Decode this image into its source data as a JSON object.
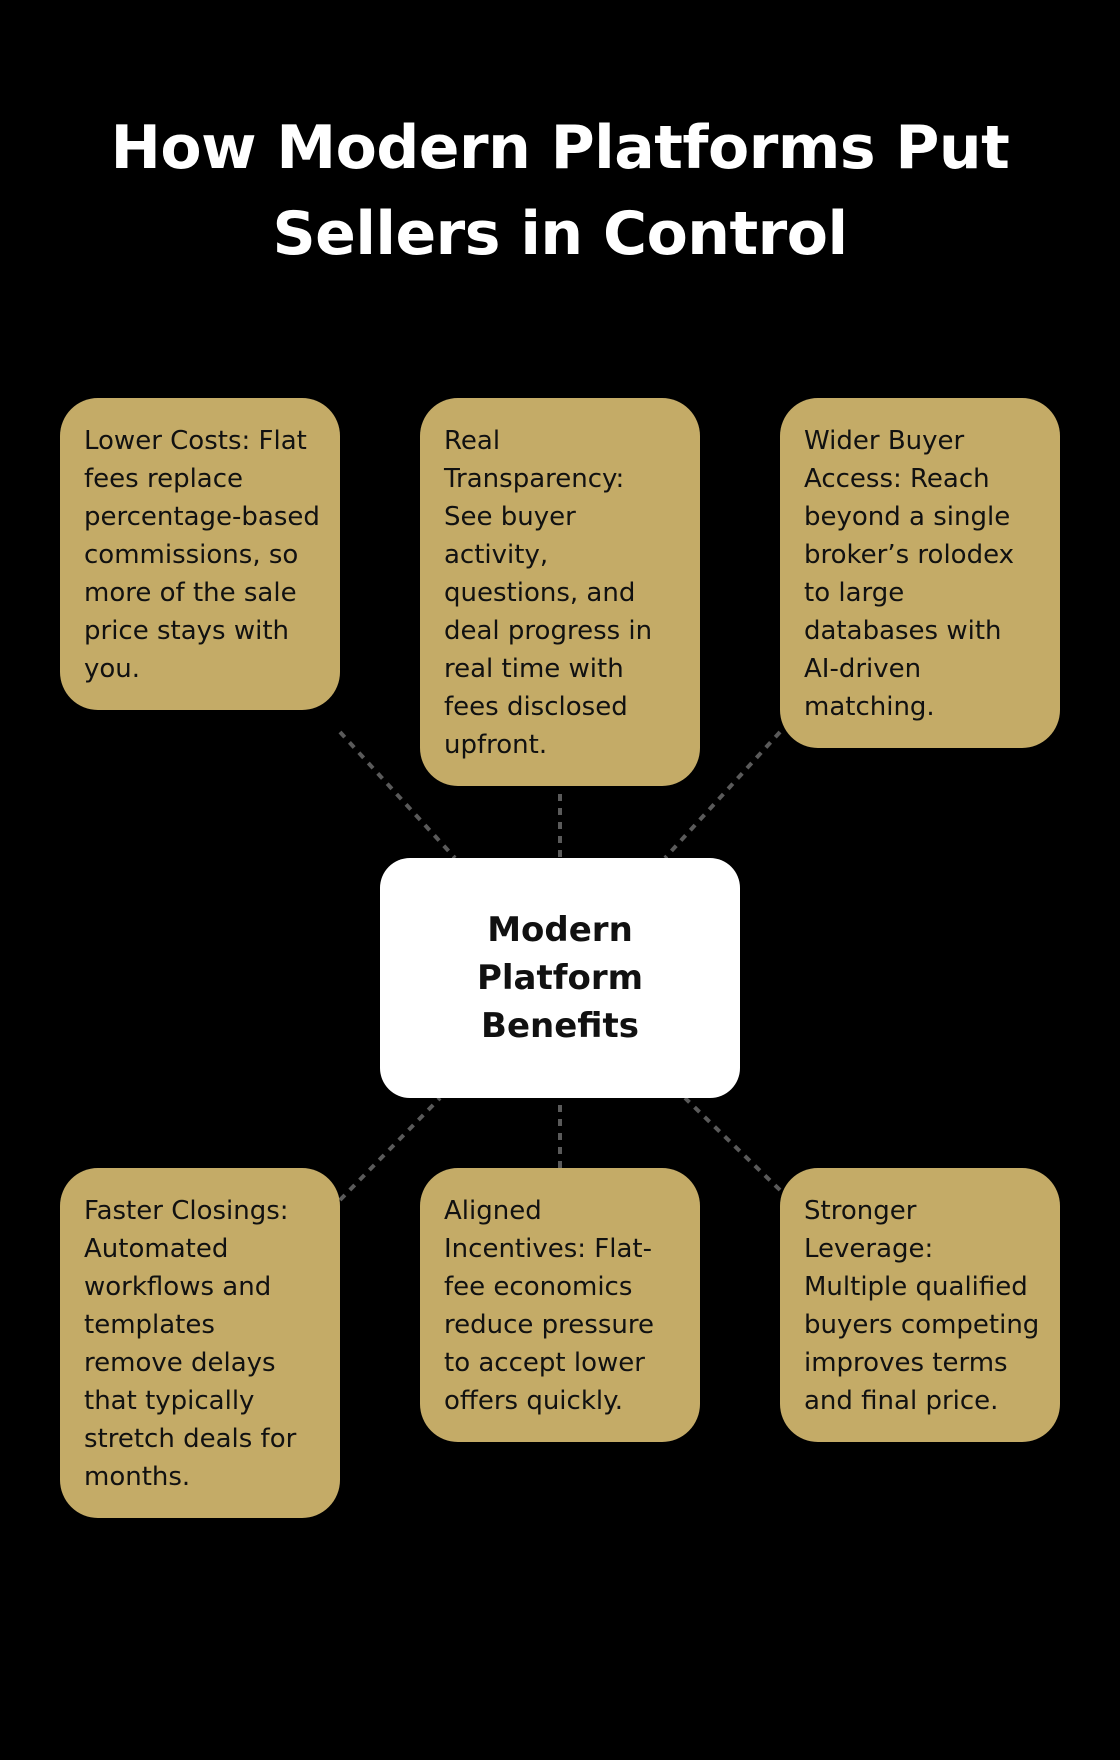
{
  "title": "How Modern Platforms Put Sellers in Control",
  "hub": {
    "label": "Modern Platform Benefits",
    "color": "#ffffff"
  },
  "card_color": "#c4ab67",
  "background_color": "#000000",
  "connector_color": "#5a5a5a",
  "benefits": [
    {
      "text": "Lower Costs: Flat fees replace percentage-based commissions, so more of the sale price stays with you."
    },
    {
      "text": "Real Transparency: See buyer activity, questions, and deal progress in real time with fees disclosed upfront."
    },
    {
      "text": "Wider Buyer Access: Reach beyond a single broker’s rolodex to large databases with AI-driven matching."
    },
    {
      "text": "Faster Closings: Automated workflows and templates remove delays that typically stretch deals for months."
    },
    {
      "text": "Aligned Incentives: Flat-fee economics reduce pressure to accept lower offers quickly."
    },
    {
      "text": "Stronger Leverage: Multiple qualified buyers competing improves terms and final price."
    }
  ]
}
